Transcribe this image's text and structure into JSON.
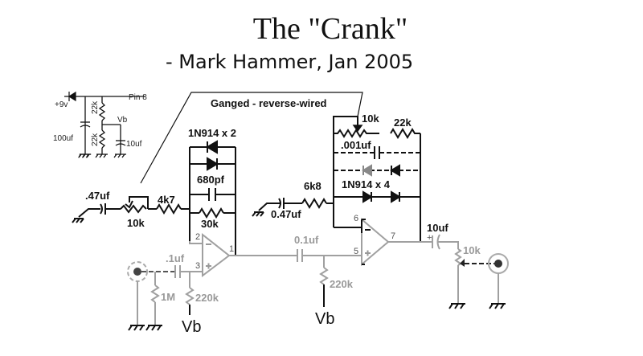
{
  "title": "The \"Crank\"",
  "subtitle": "- Mark Hammer,  Jan 2005",
  "annotation": "Ganged - reverse-wired",
  "power_supply": {
    "supply_label": "+9v",
    "pin_label": "Pin 8",
    "cap_main": "100uf",
    "divider_top": "22k",
    "divider_bottom": "22k",
    "vb_label": "Vb",
    "vb_cap": "10uf"
  },
  "stage1": {
    "input_cap": ".1uf",
    "input_res": "1M",
    "bias_res": "220k",
    "bias_label": "Vb",
    "gnd_cap": ".47uf",
    "gain_pot": "10k",
    "gain_res": "4k7",
    "diodes": "1N914 x 2",
    "fb_cap": "680pf",
    "fb_res": "30k",
    "pin_inv": "2",
    "pin_noninv": "3",
    "pin_out": "1"
  },
  "coupling": {
    "cap": "0.1uf",
    "bias_res": "220k",
    "bias_label": "Vb"
  },
  "stage2": {
    "gnd_cap": "0.47uf",
    "gain_res": "6k8",
    "fb_pot": "10k",
    "fb_res": "22k",
    "fb_cap": ".001uf",
    "diodes": "1N914 x 4",
    "pin_inv": "6",
    "pin_noninv": "5",
    "pin_out": "7"
  },
  "output": {
    "cap": "10uf",
    "volume_pot": "10k"
  }
}
